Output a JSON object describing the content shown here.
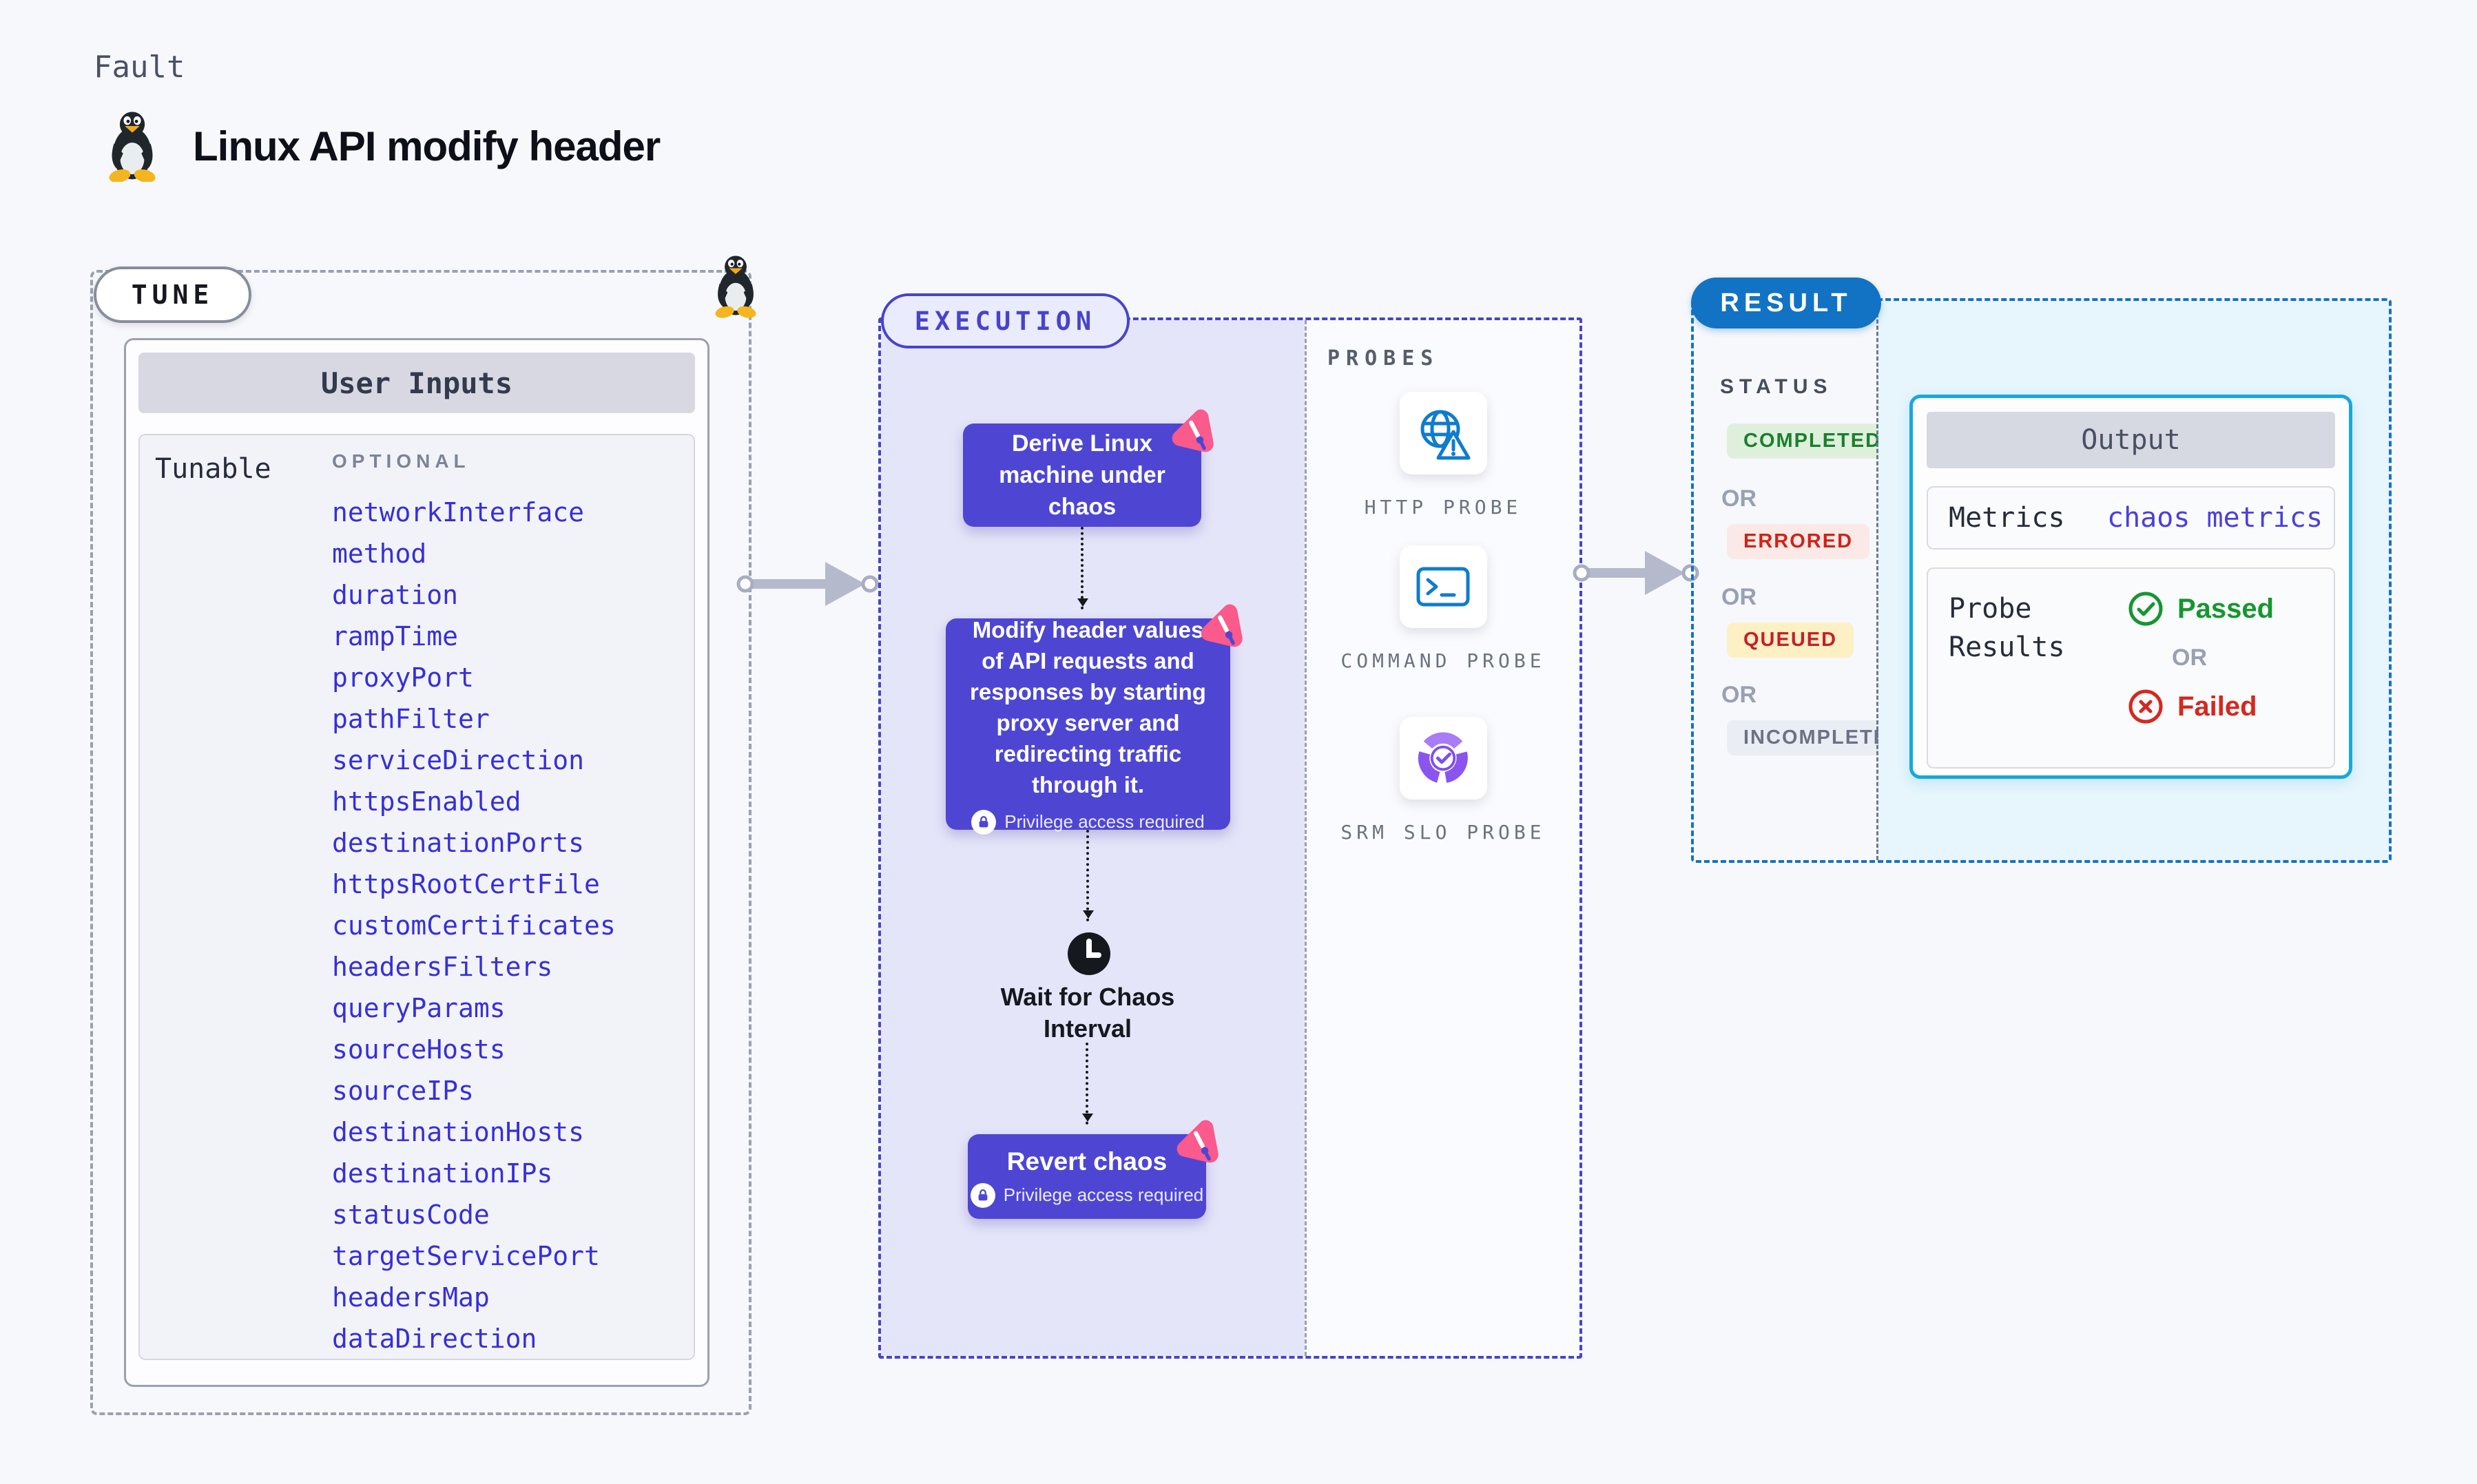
{
  "page": {
    "fault_label": "Fault",
    "title": "Linux API modify header"
  },
  "tune": {
    "pill": "TUNE",
    "card_header": "User Inputs",
    "row_label": "Tunable",
    "optional_label": "OPTIONAL",
    "params": [
      "networkInterface",
      "method",
      "duration",
      "rampTime",
      "proxyPort",
      "pathFilter",
      "serviceDirection",
      "httpsEnabled",
      "destinationPorts",
      "httpsRootCertFile",
      "customCertificates",
      "headersFilters",
      "queryParams",
      "sourceHosts",
      "sourceIPs",
      "destinationHosts",
      "destinationIPs",
      "statusCode",
      "targetServicePort",
      "headersMap",
      "dataDirection"
    ]
  },
  "execution": {
    "pill": "EXECUTION",
    "node_derive": "Derive Linux machine under chaos",
    "node_modify": "Modify header values of API requests and responses by starting proxy server and redirecting traffic through it.",
    "node_wait": "Wait for Chaos Interval",
    "node_revert": "Revert chaos",
    "privilege_badge": "Privilege access required"
  },
  "probes": {
    "section_label": "PROBES",
    "items": [
      {
        "label": "HTTP PROBE",
        "icon": "globe-warning-icon"
      },
      {
        "label": "COMMAND PROBE",
        "icon": "terminal-icon"
      },
      {
        "label": "SRM SLO PROBE",
        "icon": "slo-donut-check-icon"
      }
    ]
  },
  "result": {
    "pill": "RESULT",
    "status_label": "STATUS",
    "or_label": "OR",
    "statuses": [
      {
        "label": "COMPLETED",
        "color": "#1b7f2c",
        "bg": "#def0dc"
      },
      {
        "label": "ERRORED",
        "color": "#cf2318",
        "bg": "#fbe9e7"
      },
      {
        "label": "QUEUED",
        "color": "#c51f2b",
        "bg": "#fdf0c5"
      },
      {
        "label": "INCOMPLETED",
        "color": "#6b7285",
        "bg": "#ebedf4"
      }
    ],
    "output": {
      "header": "Output",
      "metrics_label": "Metrics",
      "metrics_value": "chaos metrics",
      "probe_results_label": "Probe Results",
      "passed": "Passed",
      "failed": "Failed"
    }
  },
  "colors": {
    "node_purple": "#4e46d3",
    "execution_accent": "#4843cb",
    "result_accent": "#1273c4",
    "output_border": "#17a8de",
    "chaos_pink": "#fb5a8c",
    "link_indigo": "#372fd8",
    "passed_green": "#15962f",
    "failed_red": "#d6281f"
  }
}
